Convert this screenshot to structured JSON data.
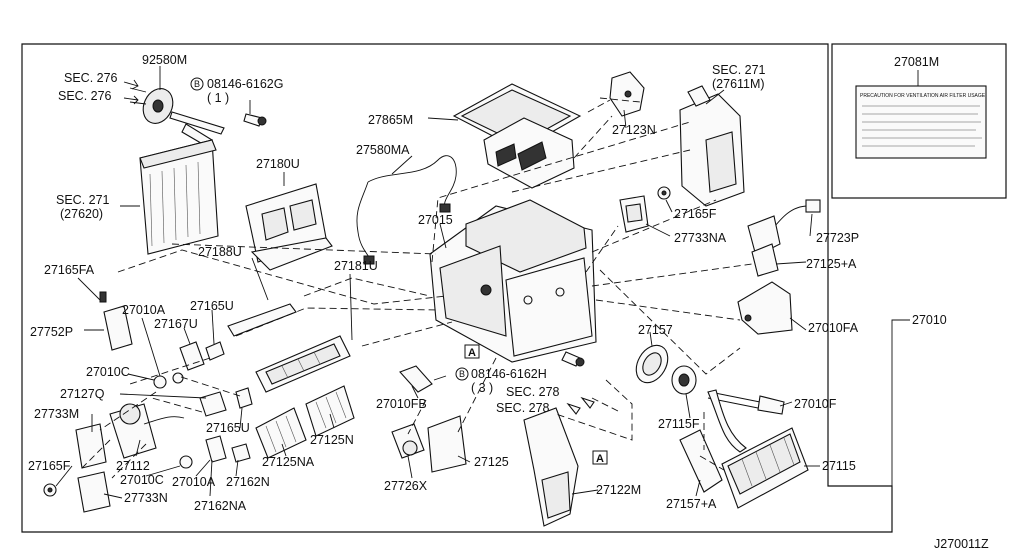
{
  "diagram_id": "J270011Z",
  "label_text": "PRECAUTION FOR VENTILATION AIR FILTER USAGE",
  "callouts": [
    {
      "id": "92580M",
      "text": "92580M"
    },
    {
      "id": "sec276a",
      "text": "SEC. 276"
    },
    {
      "id": "sec276b",
      "text": "SEC. 276"
    },
    {
      "id": "bolt1",
      "text": "08146-6162G"
    },
    {
      "id": "bolt1qty",
      "text": "( 1 )"
    },
    {
      "id": "27865M",
      "text": "27865M"
    },
    {
      "id": "27123N",
      "text": "27123N"
    },
    {
      "id": "sec271a",
      "text": "SEC. 271"
    },
    {
      "id": "27611M",
      "text": "(27611M)"
    },
    {
      "id": "27081M",
      "text": "27081M"
    },
    {
      "id": "27180U",
      "text": "27180U"
    },
    {
      "id": "27580MA",
      "text": "27580MA"
    },
    {
      "id": "sec271b",
      "text": "SEC. 271"
    },
    {
      "id": "27620",
      "text": "(27620)"
    },
    {
      "id": "27015",
      "text": "27015"
    },
    {
      "id": "27165F_top",
      "text": "27165F"
    },
    {
      "id": "27733NA",
      "text": "27733NA"
    },
    {
      "id": "27723P",
      "text": "27723P"
    },
    {
      "id": "27188U",
      "text": "27188U"
    },
    {
      "id": "27181U",
      "text": "27181U"
    },
    {
      "id": "27125A",
      "text": "27125+A"
    },
    {
      "id": "27165FA",
      "text": "27165FA"
    },
    {
      "id": "27010A_top",
      "text": "27010A"
    },
    {
      "id": "27165U_top",
      "text": "27165U"
    },
    {
      "id": "27752P",
      "text": "27752P"
    },
    {
      "id": "27167U",
      "text": "27167U"
    },
    {
      "id": "27157",
      "text": "27157"
    },
    {
      "id": "27010FA",
      "text": "27010FA"
    },
    {
      "id": "27010",
      "text": "27010"
    },
    {
      "id": "27010C_top",
      "text": "27010C"
    },
    {
      "id": "bolt2",
      "text": "08146-6162H"
    },
    {
      "id": "bolt2qty",
      "text": "( 3 )"
    },
    {
      "id": "27127Q",
      "text": "27127Q"
    },
    {
      "id": "sec278a",
      "text": "SEC. 278"
    },
    {
      "id": "sec278b",
      "text": "SEC. 278"
    },
    {
      "id": "27010FB",
      "text": "27010FB"
    },
    {
      "id": "27010F",
      "text": "27010F"
    },
    {
      "id": "27733M",
      "text": "27733M"
    },
    {
      "id": "27165U_bot",
      "text": "27165U"
    },
    {
      "id": "27115F",
      "text": "27115F"
    },
    {
      "id": "27125N",
      "text": "27125N"
    },
    {
      "id": "27112",
      "text": "27112"
    },
    {
      "id": "27125NA",
      "text": "27125NA"
    },
    {
      "id": "27125",
      "text": "27125"
    },
    {
      "id": "27115",
      "text": "27115"
    },
    {
      "id": "27165F_bot",
      "text": "27165F"
    },
    {
      "id": "27010C_bot",
      "text": "27010C"
    },
    {
      "id": "27010A_bot",
      "text": "27010A"
    },
    {
      "id": "27162N",
      "text": "27162N"
    },
    {
      "id": "27726X",
      "text": "27726X"
    },
    {
      "id": "27122M",
      "text": "27122M"
    },
    {
      "id": "27733N",
      "text": "27733N"
    },
    {
      "id": "27157A",
      "text": "27157+A"
    },
    {
      "id": "27162NA",
      "text": "27162NA"
    }
  ],
  "markers": {
    "bolt_marker": "B",
    "view_marker": "A"
  }
}
